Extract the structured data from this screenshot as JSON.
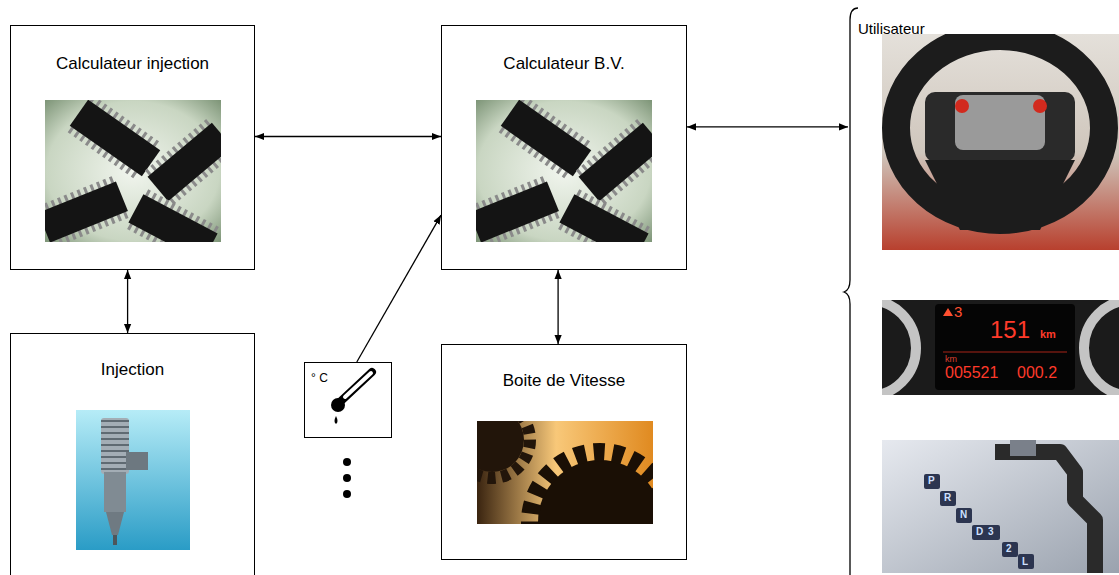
{
  "diagram": {
    "nodes": [
      {
        "text": [
          "Calculateur injection"
        ]
      },
      {
        "text": [
          "Calculateur B.V."
        ]
      },
      {
        "text": [
          "Utilisateur"
        ]
      },
      {
        "text": [
          "Injection"
        ]
      },
      {
        "text": [
          "° C"
        ]
      },
      {
        "text": [
          "Boite de Vitesse"
        ]
      }
    ],
    "edges": [
      {
        "from": 0,
        "to": 1,
        "arrow": "both"
      },
      {
        "from": 0,
        "to": 3,
        "arrow": "both"
      },
      {
        "from": 1,
        "to": 5,
        "arrow": "both"
      },
      {
        "from": 4,
        "to": 1,
        "arrow": "to"
      },
      {
        "from": 1,
        "to": 2,
        "arrow": "both"
      }
    ],
    "labels": [
      "3",
      "151",
      "km",
      "km",
      "005521",
      "000.2",
      "P",
      "R",
      "N",
      "D",
      "3",
      "2",
      "L"
    ]
  }
}
